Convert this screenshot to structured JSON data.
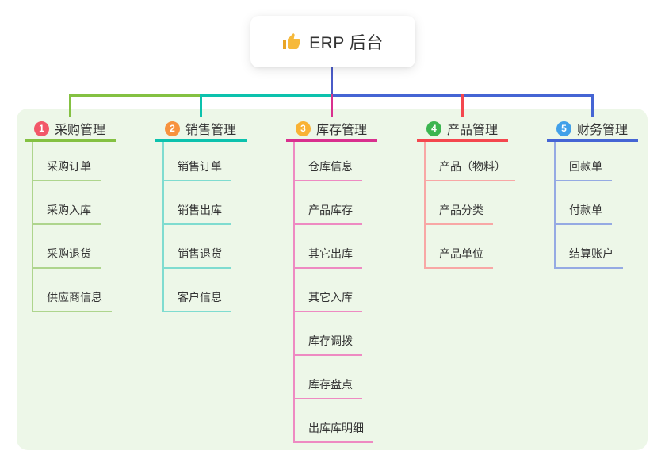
{
  "root": {
    "label": "ERP 后台",
    "icon": "thumbs-up-icon",
    "icon_color": "#f6b93b"
  },
  "board": {
    "background": "#edf7e8"
  },
  "connector": {
    "root_line_color": "#4a5bc8",
    "text_color": "#333333"
  },
  "branches": [
    {
      "number": "1",
      "label": "采购管理",
      "badge_color": "#f25768",
      "line_color": "#84c142",
      "child_line_color": "#aed58d",
      "children": [
        "采购订单",
        "采购入库",
        "采购退货",
        "供应商信息"
      ]
    },
    {
      "number": "2",
      "label": "销售管理",
      "badge_color": "#f7923e",
      "line_color": "#0cc2ad",
      "child_line_color": "#7fdcd0",
      "children": [
        "销售订单",
        "销售出库",
        "销售退货",
        "客户信息"
      ]
    },
    {
      "number": "3",
      "label": "库存管理",
      "badge_color": "#f9b234",
      "line_color": "#d9308e",
      "child_line_color": "#ee8ac2",
      "children": [
        "仓库信息",
        "产品库存",
        "其它出库",
        "其它入库",
        "库存调拨",
        "库存盘点",
        "出库库明细"
      ]
    },
    {
      "number": "4",
      "label": "产品管理",
      "badge_color": "#3cb550",
      "line_color": "#f4474e",
      "child_line_color": "#f8a7a5",
      "children": [
        "产品（物料）",
        "产品分类",
        "产品单位"
      ]
    },
    {
      "number": "5",
      "label": "财务管理",
      "badge_color": "#41a0e9",
      "line_color": "#4565d4",
      "child_line_color": "#95aae3",
      "children": [
        "回款单",
        "付款单",
        "结算账户"
      ]
    }
  ]
}
